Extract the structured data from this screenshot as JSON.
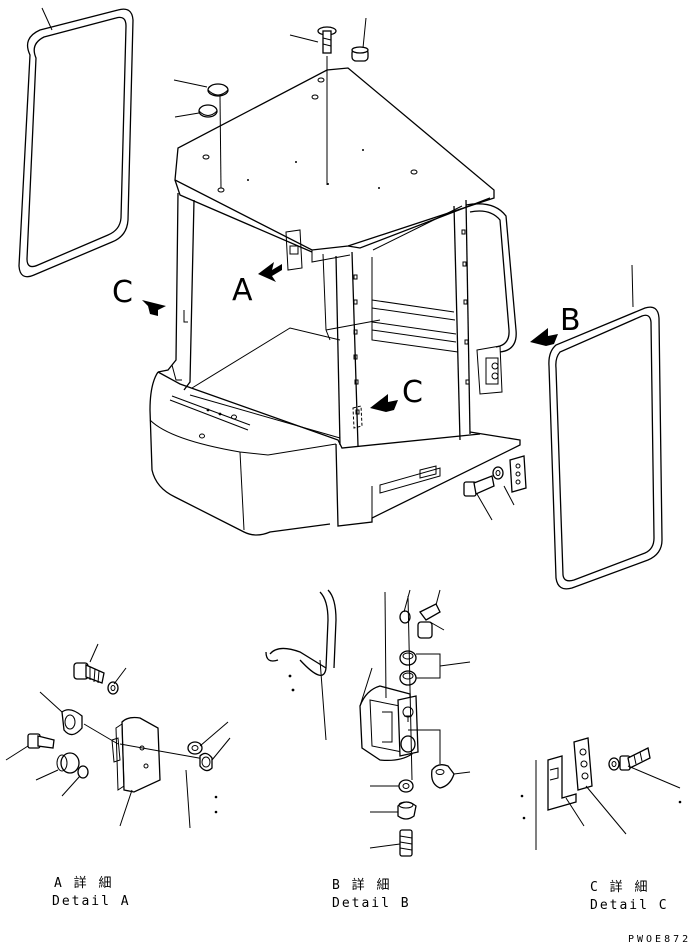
{
  "view_labels": {
    "a": "A",
    "b": "B",
    "c_left": "C",
    "c_right": "C"
  },
  "details": [
    {
      "title": "A 詳 細",
      "subtitle": "Detail A"
    },
    {
      "title": "B 詳 細",
      "subtitle": "Detail B"
    },
    {
      "title": "C 詳 細",
      "subtitle": "Detail C"
    }
  ],
  "drawing_code": "PWOE872"
}
